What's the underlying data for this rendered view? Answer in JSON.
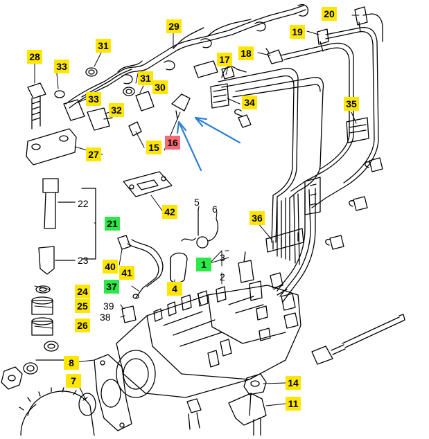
{
  "diagram": {
    "callouts": {
      "c1": "1",
      "c2": "2",
      "c3": "3",
      "c4": "4",
      "c5": "5",
      "c6": "6",
      "c7": "7",
      "c8": "8",
      "c11": "11",
      "c14": "14",
      "c15": "15",
      "c16": "16",
      "c17": "17",
      "c18": "18",
      "c19": "19",
      "c20": "20",
      "c21": "21",
      "c22": "22",
      "c23": "23",
      "c24": "24",
      "c25": "25",
      "c26": "26",
      "c27": "27",
      "c28": "28",
      "c29": "29",
      "c30": "30",
      "c31a": "31",
      "c31b": "31",
      "c32": "32",
      "c33a": "33",
      "c33b": "33",
      "c34": "34",
      "c35": "35",
      "c36": "36",
      "c37": "37",
      "c38": "38",
      "c39": "39",
      "c40": "40",
      "c41": "41",
      "c42": "42"
    },
    "colors": {
      "label_yellow": "#ffe600",
      "label_green": "#2ee84a",
      "label_red": "#f36c73",
      "arrow_blue": "#2e7fd0",
      "line": "#000000"
    }
  }
}
